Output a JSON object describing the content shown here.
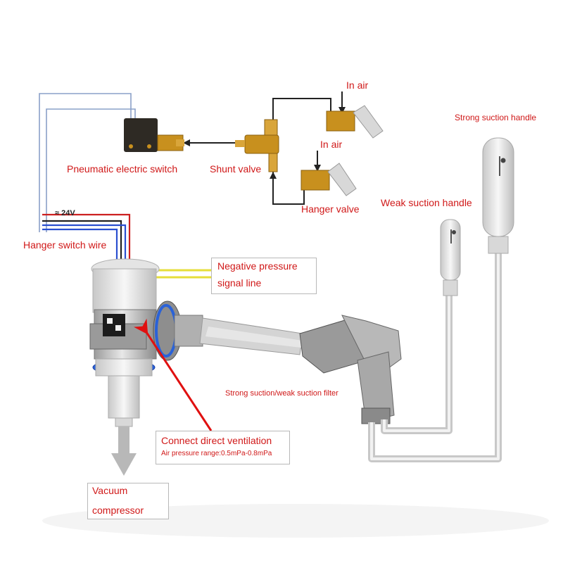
{
  "labels": {
    "in_air_top": "In air",
    "in_air_mid": "In air",
    "strong_suction_handle": "Strong suction handle",
    "pneumatic_electric_switch": "Pneumatic electric switch",
    "shunt_valve": "Shunt valve",
    "hanger_valve": "Hanger valve",
    "weak_suction_handle": "Weak suction handle",
    "voltage": "≈ 24V",
    "hanger_switch_wire": "Hanger switch wire",
    "negative_pressure_line1": "Negative pressure",
    "negative_pressure_line2": "signal line",
    "filter": "Strong suction/weak suction filter",
    "direct_ventilation": "Connect direct ventilation",
    "air_pressure_range": "Air pressure range:0.5mPa-0.8mPa",
    "vacuum_line1": "Vacuum",
    "vacuum_line2": "compressor"
  },
  "colors": {
    "label_red": "#d01818",
    "wire_black": "#222222",
    "brass": "#c8901e",
    "signal_yellow": "#e6de3a",
    "wire_red": "#cc2020",
    "wire_blue": "#2a4fd0",
    "tube_gray": "#d4d4d4",
    "pointer_red": "#e01010"
  }
}
